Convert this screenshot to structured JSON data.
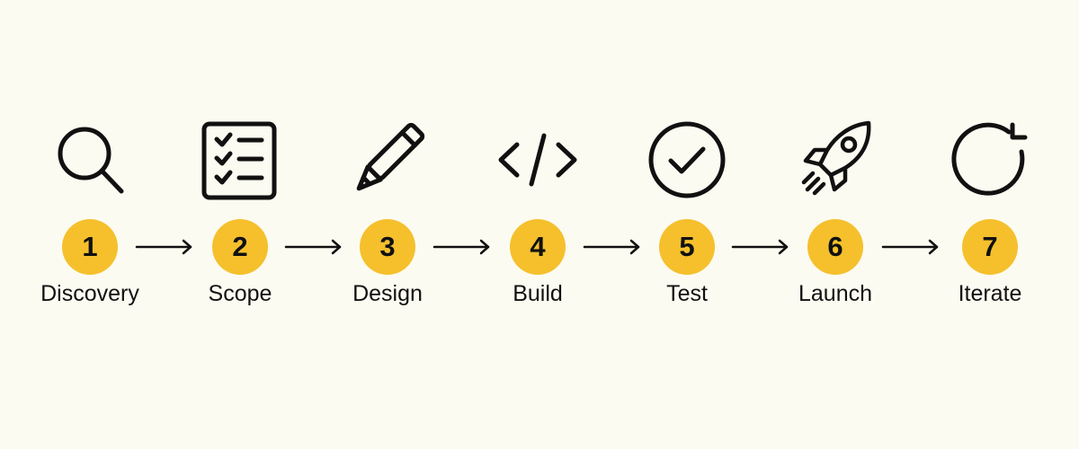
{
  "colors": {
    "background": "#fcfbf1",
    "badge": "#f5c02c",
    "ink": "#111111"
  },
  "steps": [
    {
      "number": "1",
      "label": "Discovery",
      "icon": "magnifier-icon"
    },
    {
      "number": "2",
      "label": "Scope",
      "icon": "checklist-icon"
    },
    {
      "number": "3",
      "label": "Design",
      "icon": "pencil-icon"
    },
    {
      "number": "4",
      "label": "Build",
      "icon": "code-icon"
    },
    {
      "number": "5",
      "label": "Test",
      "icon": "check-circle-icon"
    },
    {
      "number": "6",
      "label": "Launch",
      "icon": "rocket-icon"
    },
    {
      "number": "7",
      "label": "Iterate",
      "icon": "refresh-icon"
    }
  ]
}
